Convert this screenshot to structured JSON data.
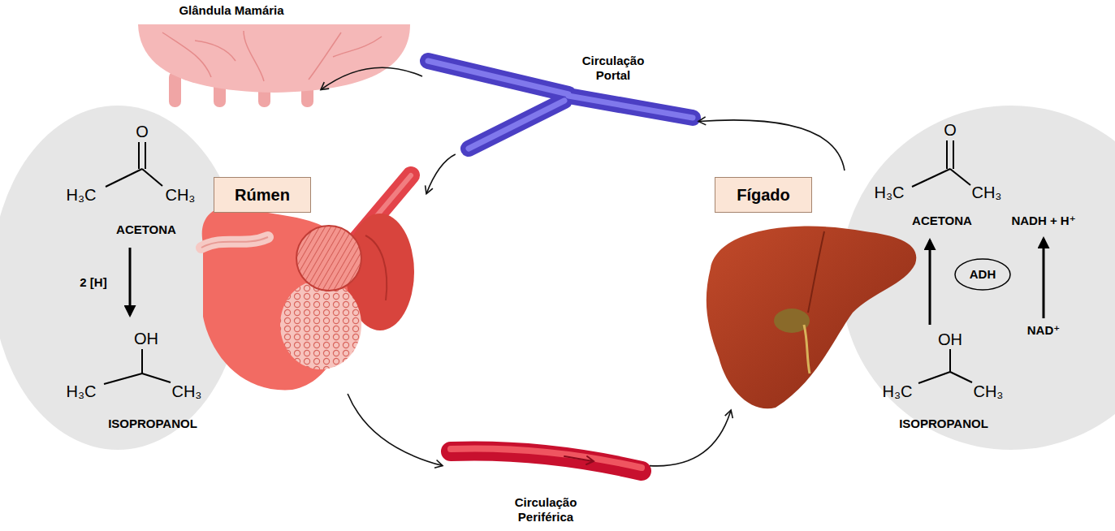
{
  "diagram": {
    "nodes": [
      {
        "text": [
          "Glândula Mamária"
        ]
      },
      {
        "text": [
          "Circulação Portal"
        ]
      },
      {
        "text": [
          "O",
          "H₃C",
          "CH₃",
          "ACETONA",
          "2 [H]",
          "OH",
          "H₃C",
          "CH₃",
          "ISOPROPANOL"
        ]
      },
      {
        "text": [
          "Rúmen"
        ]
      },
      {
        "text": [
          "Fígado"
        ]
      },
      {
        "text": [
          "O",
          "H₃C",
          "CH₃",
          "ACETONA",
          "NADH + H⁺",
          "OH",
          "H₃C",
          "CH₃",
          "ISOPROPANOL",
          "NAD⁺"
        ]
      },
      {
        "text": [
          "ADH"
        ],
        "in": 5
      },
      {
        "text": [
          "Circulação Periférica"
        ]
      }
    ],
    "edges": [
      {
        "from": 1,
        "to": 0,
        "arrow": "to"
      },
      {
        "from": 1,
        "to": 3,
        "arrow": "to"
      },
      {
        "from": 3,
        "to": 7,
        "arrow": "to"
      },
      {
        "from": 7,
        "to": 4,
        "arrow": "to"
      },
      {
        "from": 4,
        "to": 1,
        "arrow": "to"
      }
    ]
  }
}
